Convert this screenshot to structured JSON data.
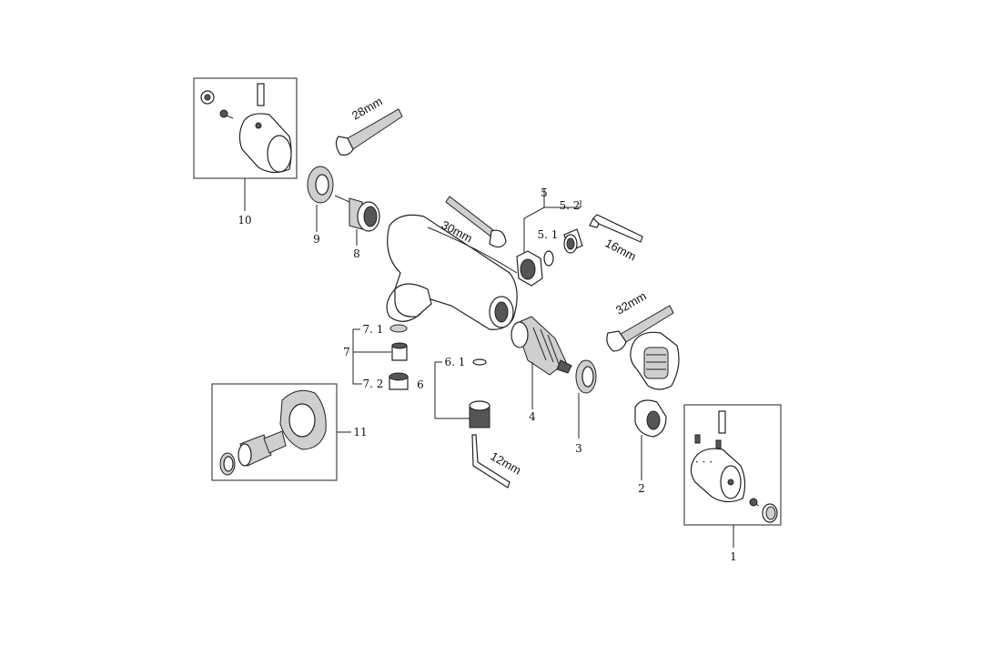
{
  "callouts": {
    "c1": "1",
    "c2": "2",
    "c3": "3",
    "c4": "4",
    "c5": "5",
    "c5_1": "5. 1",
    "c5_2": "5. 2",
    "c6": "6",
    "c6_1": "6. 1",
    "c7": "7",
    "c7_1": "7. 1",
    "c7_2": "7. 2",
    "c8": "8",
    "c9": "9",
    "c10": "10",
    "c11": "11"
  },
  "tools": {
    "wrench_28": "28mm",
    "wrench_30": "30mm",
    "hex_16": "16mm",
    "wrench_32": "32mm",
    "hex_12": "12mm"
  }
}
